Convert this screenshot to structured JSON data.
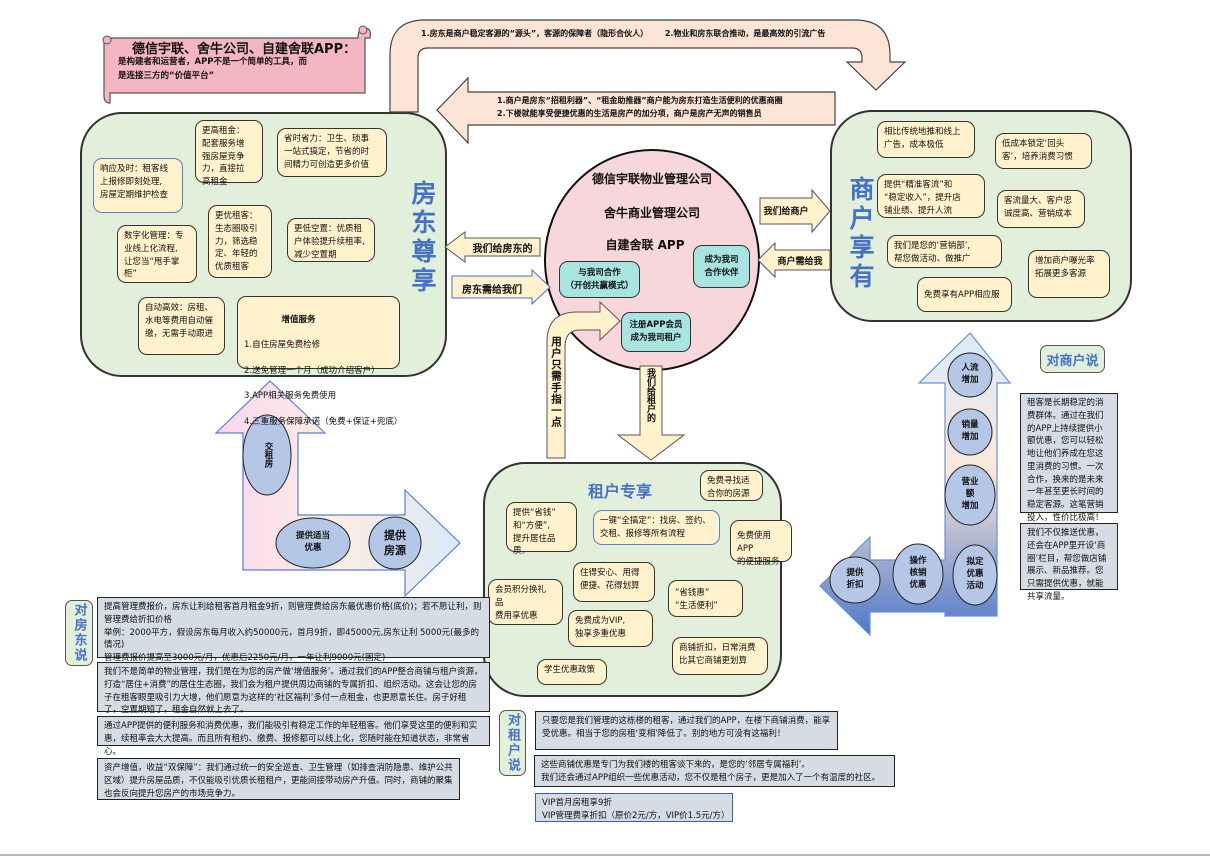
{
  "banner": {
    "title": "德信宇联、舍牛公司、自建舍联APP：",
    "subtitle": "是构建者和运营者，APP不是一个简单的工具，而\n是连接三方的“价值平台”"
  },
  "top_arrow": {
    "text": "1.房东是商户稳定客源的“源头”，客源的保障者（隐形合伙人）      2.物业和房东联合推动，是最高效的引流广告"
  },
  "return_arrow": {
    "lines": [
      "1.商户是房东“招租利器”、“租金助推器”商户能为房东打造生活便利的优惠商圈",
      "2.下楼就能享受便捷优惠的生活是房产的加分项，商户是房产无声的销售员"
    ]
  },
  "landlord": {
    "title": "房东尊享",
    "cards": [
      "响应及时：租客线\n上报修即刻处理,\n房屋定期维护检查",
      "更高租金：\n配套服务增\n强房屋竞争\n力，直接拉\n高租金",
      "省时省力：卫生、琐事\n一站式搞定，节省的时\n间精力可创造更多价值",
      "数字化管理：专\n业线上化流程,\n让您当“甩手掌\n柜”",
      "更优租客：\n生态圈吸引\n力，筛选稳\n定、年轻的\n优质租客",
      "更低空置：优质租\n户体验提升续租率,\n减少空置期",
      "自动高效：房租、\n水电等费用自动催\n缴，无需手动跟进"
    ],
    "value_added": {
      "title": "增值服务",
      "items": [
        "1.自住房屋免费检修",
        "2.送免管理一个月（成功介绍客户）",
        "3.APP相关服务免费使用",
        "4.三重服务保障承诺（免费+保证+兜底）"
      ]
    }
  },
  "center": {
    "company_property": "德信宇联物业管理公司",
    "company_commerce": "舍牛商业管理公司",
    "app": "自建舍联 APP",
    "cooperate": "与我司合作\n（开创共赢模式）",
    "partner": "成为我司\n合作伙伴",
    "register": "注册APP会员\n成为我司租户"
  },
  "arrows": {
    "to_landlord": "我们给房东的",
    "from_landlord": "房东需给我们",
    "to_merchant": "我们给商户",
    "from_merchant": "商户需给我",
    "user_tap": "用户只需手指一点",
    "to_tenant": "我们给租户的"
  },
  "merchant": {
    "title": "商户享有",
    "cards": [
      "相比传统地推和线上\n广告，成本极低",
      "低成本锁定‘回头\n客’，培养消费习惯",
      "提供“精准客流”和\n“稳定收入”，提升店\n铺业绩、提升人流",
      "客流量大、客户忠\n诚度高、营销成本",
      "我们是您的‘营销部’,\n帮您做活动、做推广",
      "增加商户曝光率\n拓展更多客源",
      "免费享有APP相应服"
    ]
  },
  "tenant": {
    "title": "租户专享",
    "cards": [
      "免费寻找适\n合你的房源",
      "提供“省钱”\n和“方便”,\n提升居住品质。",
      "一键“全搞定”：找房、签约、\n交租、报修等所有流程",
      "免费使用APP\n的便捷服务",
      "住得安心、用得\n便捷、花得划算",
      "会员积分换礼\n品\n    费用享优惠",
      "“省钱惠”\n“生活便利”",
      "免费成为VIP,\n独享多重优惠",
      "商铺折扣，日常消费\n比其它商铺更划算",
      "学生优惠政策"
    ]
  },
  "landlord_flow": [
    "交租房",
    "提供适当\n优惠",
    "提供\n房源"
  ],
  "merchant_flow": [
    "人流\n增加",
    "销量\n增加",
    "营业\n额\n增加",
    "拟定\n优惠\n活动",
    "操作\n核销\n优惠",
    "提供\n折扣"
  ],
  "talk_landlord": {
    "label": "对房东说",
    "paragraphs": [
      "提高管理费报价，房东让利给租客首月租金9折，则管理费给房东最优惠价格(底价)；若不愿让利，则管理费给折扣价格\n  举例：2000平方，假设房东每月收入约50000元，首月9折，即45000元,房东让利  5000元(最多的情况)\n管理费报价提高至3000元/月，优惠后2250元/月，一年让利9000元(固定)",
      "我们不是简单的物业管理，我们是在为您的房产做‘增值服务’。通过我们的APP整合商铺与租户资源，打造“居住+消费”的居住生态圈，我们会为租户提供周边商铺的专属折扣、组织活动。这会让您的房子在租客眼里吸引力大增，他们愿意为这样的‘社区福利’多付一点租金，也更愿意长住。房子好租了，空置期短了，租金自然就上去了。",
      "通过APP提供的便利服务和消费优惠，我们能吸引有稳定工作的年轻租客。他们享受这里的便利和实惠，续租率会大大提高。而且所有租约、缴费、报修都可以线上化，您随时能在知道状态，非常省心。",
      "资产增值，收益“双保障”：我们通过统一的安全巡查、卫生管理（如排查消防隐患、维护公共区域）提升房屋品质，不仅能吸引优质长租租户，更能间接带动房产升值。同时，商铺的聚集也会反向提升您房产的市场竞争力。"
    ]
  },
  "talk_merchant": {
    "label": "对商户说",
    "paragraphs": [
      "租客是长期稳定的消费群体。通过在我们的APP上持续提供小额优惠，您可以轻松地让他们养成在您这里消费的习惯。一次合作，换来的是未来一年甚至更长时间的稳定客源。这笔营销投入，性价比极高！",
      "我们不仅推送优惠，还会在APP里开设‘商圈’栏目，帮您做店铺展示、新品推荐。您只需提供优惠，就能共享流量。"
    ]
  },
  "talk_tenant": {
    "label": "对租户说",
    "paragraphs": [
      "只要您是我们管理的这栋楼的租客，通过我们的APP，在楼下商铺消费，能享受优惠。相当于您的房租‘变相’降低了。别的地方可没有这福利！",
      "这些商铺优惠是专门为我们楼的租客谈下来的，是您的‘邻居专属福利’。\n我们还会通过APP组织一些优惠活动，您不仅是租个房子，更是加入了一个有温度的社区。",
      "VIP首月房租享9折\nVIP管理费享折扣（原价2元/方，VIP价1.5元/方）"
    ]
  },
  "colors": {
    "panel_green": "#e2efda",
    "card_yellow": "#fff2cc",
    "accent_blue": "#4472c4",
    "center_pink": "#f7d6dc",
    "banner_pink": "#f4b6c2",
    "teal": "#a8e4e0",
    "note_gray": "#d6dce4",
    "arrow_peach": "#fce4d6"
  }
}
